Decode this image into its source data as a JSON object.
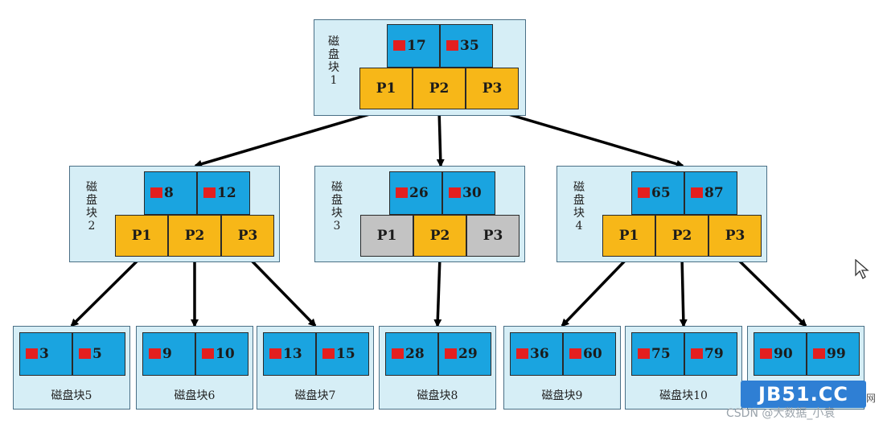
{
  "colors": {
    "panel": "#d6eef6",
    "key": "#1aa4e0",
    "marker": "#e41f1f",
    "pointer_active": "#f7b718",
    "pointer_inactive": "#c3c3c3",
    "arrow": "#000000"
  },
  "root": {
    "label": "磁盘块1",
    "keys": [
      "17",
      "35"
    ],
    "pointers": [
      {
        "label": "P1",
        "state": "active"
      },
      {
        "label": "P2",
        "state": "active"
      },
      {
        "label": "P3",
        "state": "active"
      }
    ]
  },
  "internal_nodes": [
    {
      "label": "磁盘块2",
      "keys": [
        "8",
        "12"
      ],
      "pointers": [
        {
          "label": "P1",
          "state": "active"
        },
        {
          "label": "P2",
          "state": "active"
        },
        {
          "label": "P3",
          "state": "active"
        }
      ]
    },
    {
      "label": "磁盘块3",
      "keys": [
        "26",
        "30"
      ],
      "pointers": [
        {
          "label": "P1",
          "state": "inactive"
        },
        {
          "label": "P2",
          "state": "active"
        },
        {
          "label": "P3",
          "state": "inactive"
        }
      ]
    },
    {
      "label": "磁盘块4",
      "keys": [
        "65",
        "87"
      ],
      "pointers": [
        {
          "label": "P1",
          "state": "active"
        },
        {
          "label": "P2",
          "state": "active"
        },
        {
          "label": "P3",
          "state": "active"
        }
      ]
    }
  ],
  "leaves": [
    {
      "label": "磁盘块5",
      "keys": [
        "3",
        "5"
      ]
    },
    {
      "label": "磁盘块6",
      "keys": [
        "9",
        "10"
      ]
    },
    {
      "label": "磁盘块7",
      "keys": [
        "13",
        "15"
      ]
    },
    {
      "label": "磁盘块8",
      "keys": [
        "28",
        "29"
      ]
    },
    {
      "label": "磁盘块9",
      "keys": [
        "36",
        "60"
      ]
    },
    {
      "label": "磁盘块10",
      "keys": [
        "75",
        "79"
      ]
    },
    {
      "label": "",
      "keys": [
        "90",
        "99"
      ]
    }
  ],
  "edges": [
    {
      "from": "root.P1",
      "to": "internal.0"
    },
    {
      "from": "root.P2",
      "to": "internal.1"
    },
    {
      "from": "root.P3",
      "to": "internal.2"
    },
    {
      "from": "internal.0.P1",
      "to": "leaf.0"
    },
    {
      "from": "internal.0.P2",
      "to": "leaf.1"
    },
    {
      "from": "internal.0.P3",
      "to": "leaf.2"
    },
    {
      "from": "internal.1.P2",
      "to": "leaf.3"
    },
    {
      "from": "internal.2.P1",
      "to": "leaf.4"
    },
    {
      "from": "internal.2.P2",
      "to": "leaf.5"
    },
    {
      "from": "internal.2.P3",
      "to": "leaf.6"
    }
  ],
  "watermark": {
    "logo": "JB51.CC",
    "sub": "CSDN @大数据_小袁",
    "net": "网"
  }
}
